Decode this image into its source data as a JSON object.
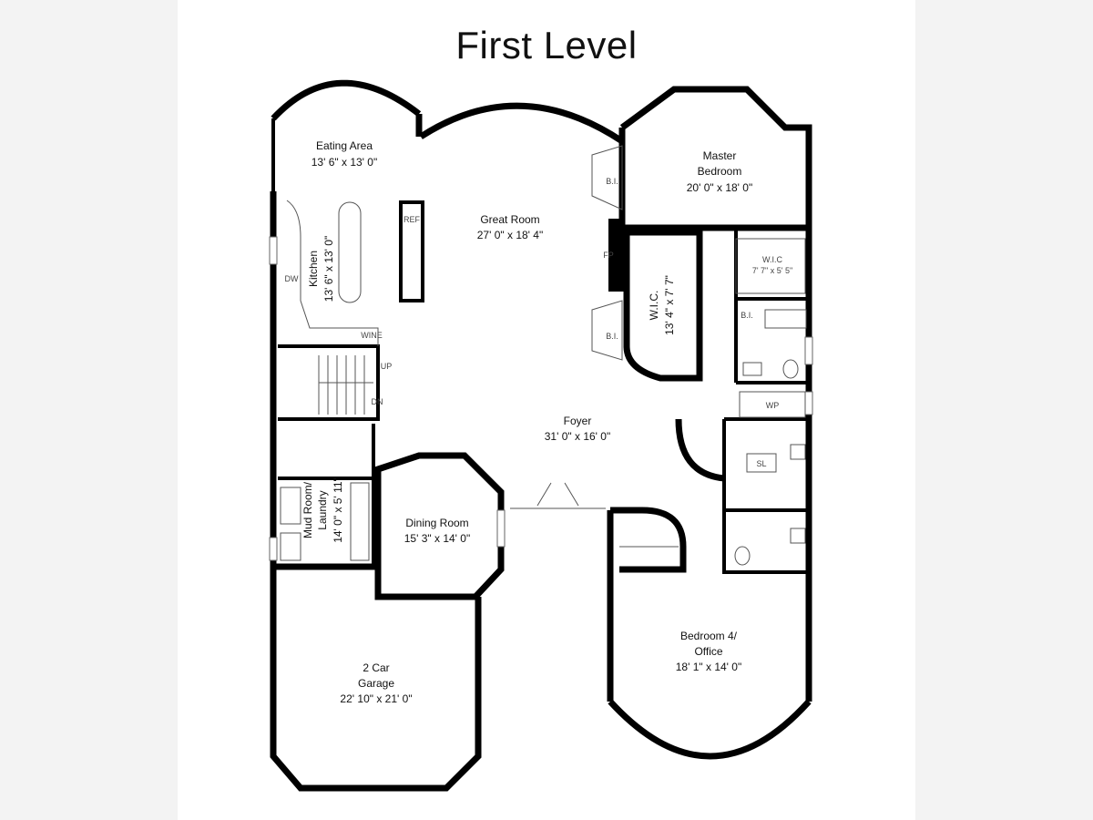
{
  "title": "First Level",
  "rooms": {
    "eating_area": {
      "name": "Eating Area",
      "dims": "13' 6\" x 13' 0\""
    },
    "great_room": {
      "name": "Great Room",
      "dims": "27' 0\" x 18' 4\""
    },
    "master_bedroom": {
      "name1": "Master",
      "name2": "Bedroom",
      "dims": "20' 0\" x 18' 0\""
    },
    "kitchen": {
      "name": "Kitchen",
      "dims": "13' 6\" x 13' 0\""
    },
    "wic_main": {
      "name": "W.I.C.",
      "dims": "13' 4\" x 7' 7\""
    },
    "wic_small": {
      "name": "W.I.C",
      "dims": "7' 7\" x 5' 5\""
    },
    "foyer": {
      "name": "Foyer",
      "dims": "31' 0\" x 16' 0\""
    },
    "dining_room": {
      "name": "Dining Room",
      "dims": "15' 3\" x 14' 0\""
    },
    "mud_room": {
      "name1": "Mud Room/",
      "name2": "Laundry",
      "dims": "14' 0\" x 5' 11\""
    },
    "garage": {
      "name1": "2 Car",
      "name2": "Garage",
      "dims": "22' 10\" x 21' 0\""
    },
    "bedroom4": {
      "name1": "Bedroom 4/",
      "name2": "Office",
      "dims": "18' 1\" x 14' 0\""
    }
  },
  "fixtures": {
    "ref": "REF",
    "bi": "B.I.",
    "fp": "FP",
    "wp": "WP",
    "sl": "SL",
    "dw": "DW",
    "wine": "WINE",
    "up": "UP",
    "dn": "DN"
  }
}
